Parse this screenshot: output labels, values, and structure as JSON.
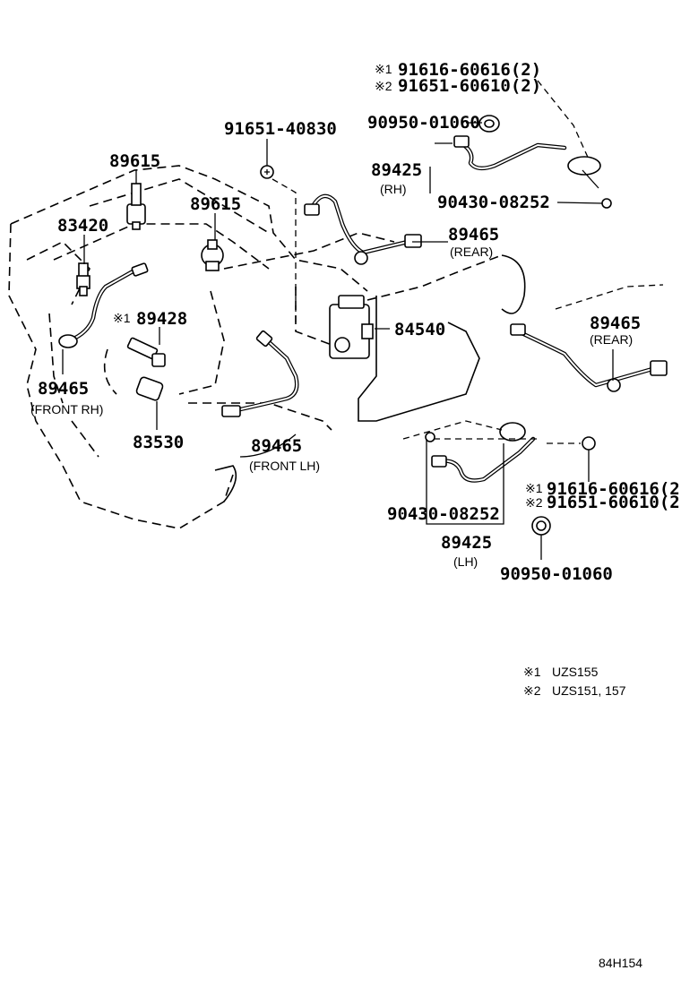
{
  "diagram_id": "84H154",
  "labels": {
    "p91616_60616_top": "91616-60616(2)",
    "p91651_60610_top": "91651-60610(2)",
    "mark1_top": "※1",
    "mark2_top": "※2",
    "p90950_01060_top": "90950-01060",
    "p91651_40830": "91651-40830",
    "p89615_left": "89615",
    "p89615_right": "89615",
    "p83420": "83420",
    "p89425_rh": "89425",
    "rh": "(RH)",
    "p90430_08252_top": "90430-08252",
    "p89465_rear_top": "89465",
    "rear_top": "(REAR)",
    "p89428": "89428",
    "mark1_89428": "※1",
    "p84540": "84540",
    "p89465_rear_right": "89465",
    "rear_right": "(REAR)",
    "p89465_front_rh": "89465",
    "front_rh": "(FRONT RH)",
    "p83530": "83530",
    "p89465_front_lh": "89465",
    "front_lh": "(FRONT LH)",
    "mark1_right": "※1",
    "mark2_right": "※2",
    "p91616_60616_right": "91616-60616(2",
    "p91651_60610_right": "91651-60610(2",
    "p90430_08252_bottom": "90430-08252",
    "p89425_lh": "89425",
    "lh": "(LH)",
    "p90950_01060_bottom": "90950-01060"
  },
  "notes": [
    {
      "mark": "※1",
      "text": "UZS155"
    },
    {
      "mark": "※2",
      "text": "UZS151, 157"
    }
  ],
  "colors": {
    "ink": "#000000",
    "paper": "#ffffff"
  }
}
